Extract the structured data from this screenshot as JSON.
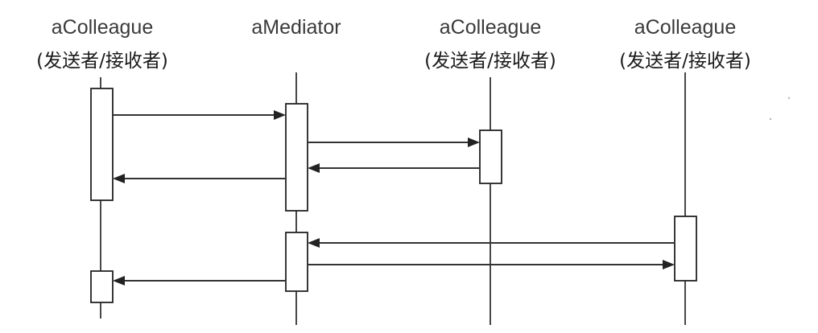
{
  "participants": [
    {
      "id": "colleague-1",
      "name": "aColleague",
      "role": "(发送者/接收者)"
    },
    {
      "id": "mediator",
      "name": "aMediator",
      "role": ""
    },
    {
      "id": "colleague-2",
      "name": "aColleague",
      "role": "(发送者/接收者)"
    },
    {
      "id": "colleague-3",
      "name": "aColleague",
      "role": "(发送者/接收者)"
    }
  ],
  "colors": {
    "line": "#333333",
    "box_stroke": "#222222",
    "box_fill": "#ffffff",
    "text": "#3a3a3a",
    "background": "#ffffff"
  }
}
